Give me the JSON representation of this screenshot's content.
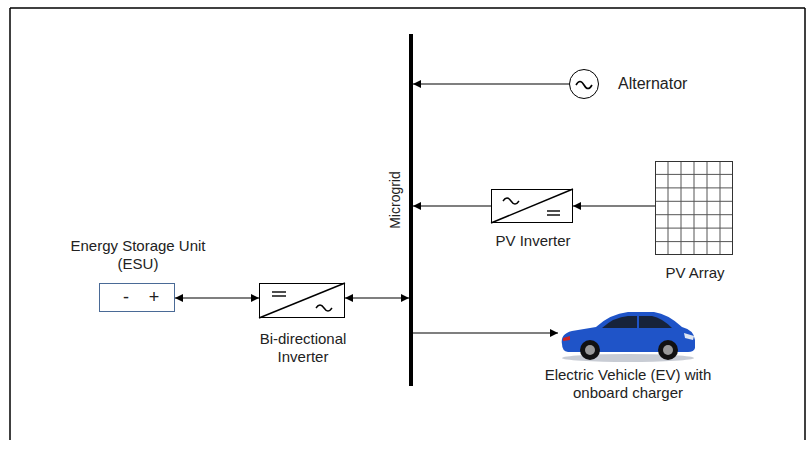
{
  "diagram": {
    "nodes": [
      {
        "text": [
          "Microgrid"
        ]
      },
      {
        "text": [
          "Alternator"
        ]
      },
      {
        "text": [
          "PV Inverter"
        ]
      },
      {
        "text": [
          "PV Array"
        ]
      },
      {
        "text": [
          "Energy Storage Unit (ESU)",
          "-",
          "+"
        ]
      },
      {
        "text": [
          "Bi-directional Inverter"
        ]
      },
      {
        "text": [
          "Electric Vehicle (EV) with onboard charger"
        ]
      }
    ],
    "edges": [
      {
        "from": 1,
        "to": 0,
        "arrow": "to"
      },
      {
        "from": 3,
        "to": 2,
        "arrow": "to"
      },
      {
        "from": 2,
        "to": 0,
        "arrow": "to"
      },
      {
        "from": 4,
        "to": 5,
        "arrow": "both"
      },
      {
        "from": 5,
        "to": 0,
        "arrow": "both"
      },
      {
        "from": 0,
        "to": 6,
        "arrow": "to"
      }
    ]
  }
}
